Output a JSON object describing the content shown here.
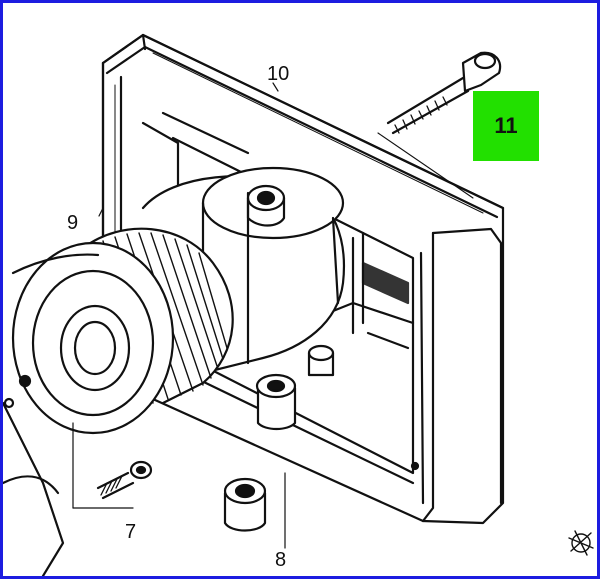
{
  "diagram": {
    "callouts": [
      {
        "id": "7",
        "label": "7"
      },
      {
        "id": "8",
        "label": "8"
      },
      {
        "id": "9",
        "label": "9"
      },
      {
        "id": "10",
        "label": "10"
      },
      {
        "id": "11",
        "label": "11"
      }
    ],
    "highlighted_part": "11",
    "highlight_color": "#22e000",
    "border_color": "#1d1de0"
  }
}
